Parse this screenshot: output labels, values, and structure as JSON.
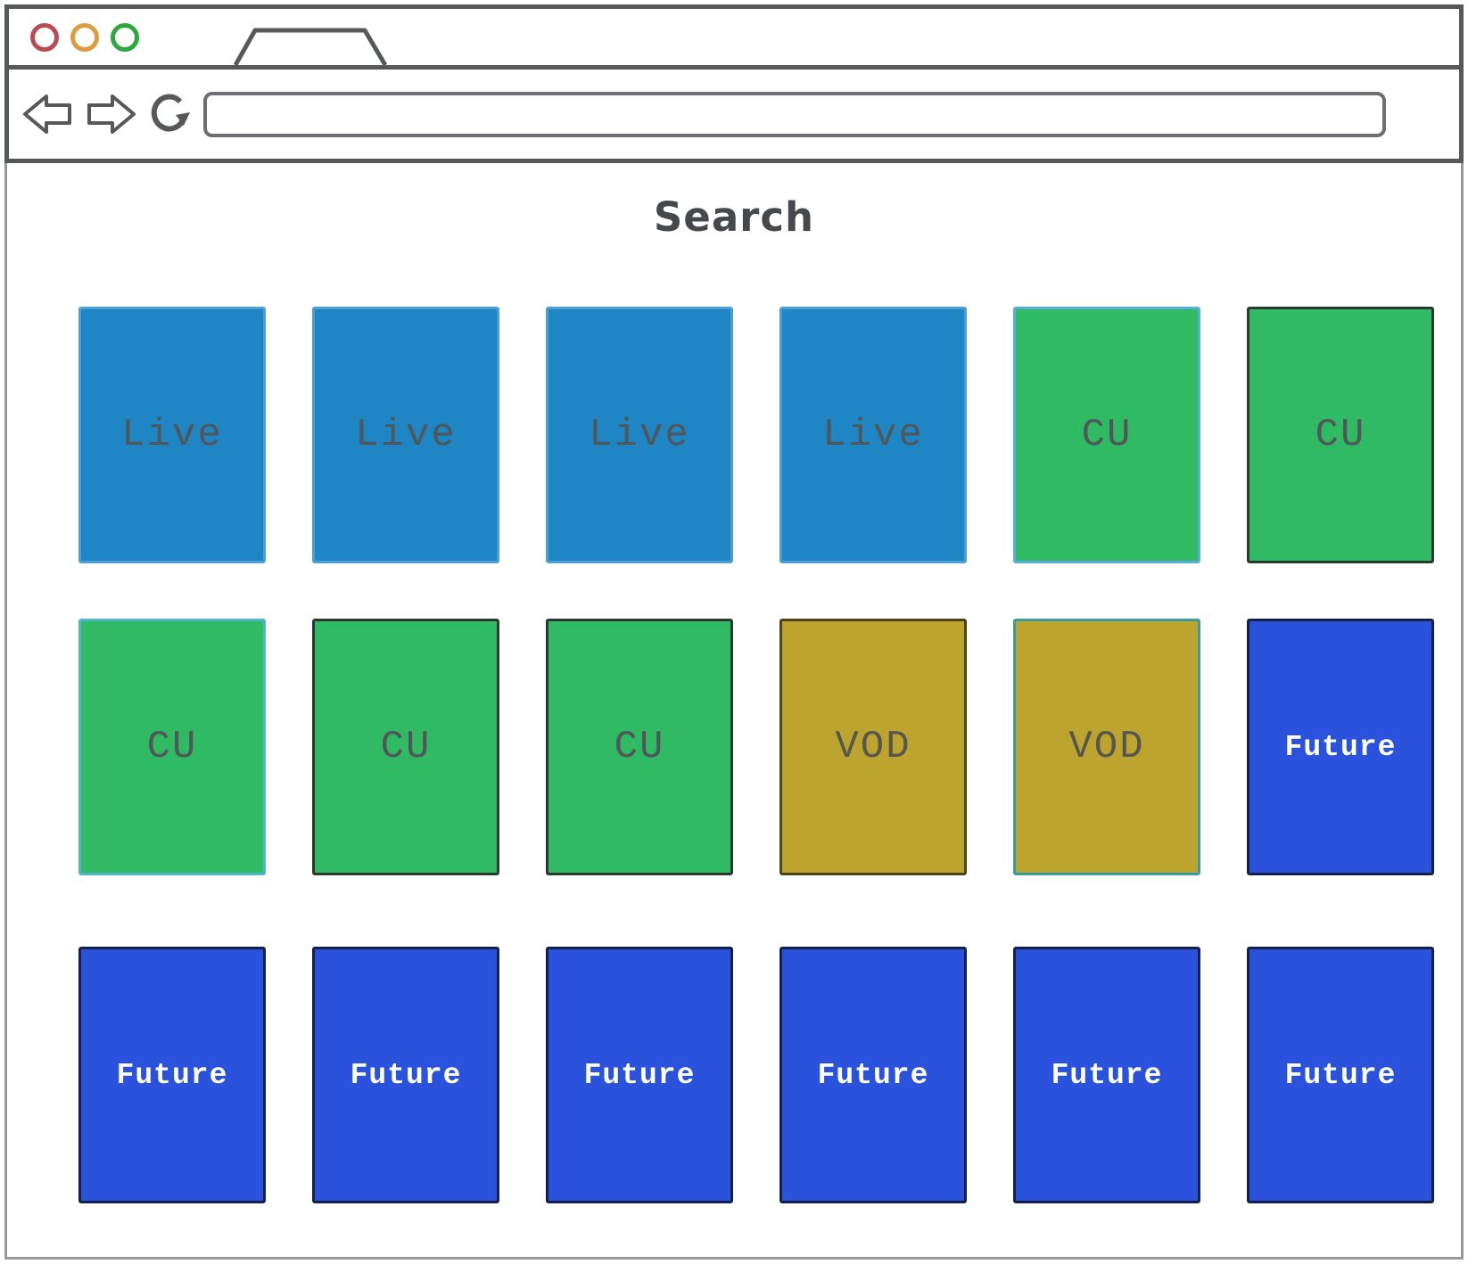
{
  "browser": {
    "window_controls": [
      {
        "name": "close",
        "color": "#bb4b52"
      },
      {
        "name": "minimize",
        "color": "#dd9c3f"
      },
      {
        "name": "maximize",
        "color": "#2ca83d"
      }
    ],
    "chrome_stroke": "#56585a",
    "nav": {
      "back_label": "Back",
      "forward_label": "Forward",
      "reload_label": "Reload",
      "url_value": "",
      "url_placeholder": ""
    }
  },
  "page": {
    "title": "Search",
    "title_color": "#46494c",
    "card_styles": {
      "live": {
        "bg": "#1e86c4",
        "border": "#4d9fd3",
        "text": "#50565a"
      },
      "cu": {
        "bg": "#2fba63",
        "border": "#2a3a31",
        "text": "#50565a"
      },
      "vod": {
        "bg": "#bca42f",
        "border": "#4a431c",
        "text": "#56584f"
      },
      "future": {
        "bg": "#2a52dc",
        "border": "#13204a",
        "text": "#ffffff"
      }
    },
    "rows": [
      {
        "cards": [
          {
            "label": "Live",
            "type": "live"
          },
          {
            "label": "Live",
            "type": "live"
          },
          {
            "label": "Live",
            "type": "live"
          },
          {
            "label": "Live",
            "type": "live"
          },
          {
            "label": "CU",
            "type": "cu",
            "border": "#58aed6"
          },
          {
            "label": "CU",
            "type": "cu"
          }
        ]
      },
      {
        "cards": [
          {
            "label": "CU",
            "type": "cu",
            "border": "#4fb4c8"
          },
          {
            "label": "CU",
            "type": "cu"
          },
          {
            "label": "CU",
            "type": "cu"
          },
          {
            "label": "VOD",
            "type": "vod"
          },
          {
            "label": "VOD",
            "type": "vod",
            "border": "#3a9aa0"
          },
          {
            "label": "Future",
            "type": "future"
          }
        ]
      },
      {
        "cards": [
          {
            "label": "Future",
            "type": "future"
          },
          {
            "label": "Future",
            "type": "future"
          },
          {
            "label": "Future",
            "type": "future"
          },
          {
            "label": "Future",
            "type": "future"
          },
          {
            "label": "Future",
            "type": "future"
          },
          {
            "label": "Future",
            "type": "future"
          }
        ]
      }
    ]
  }
}
